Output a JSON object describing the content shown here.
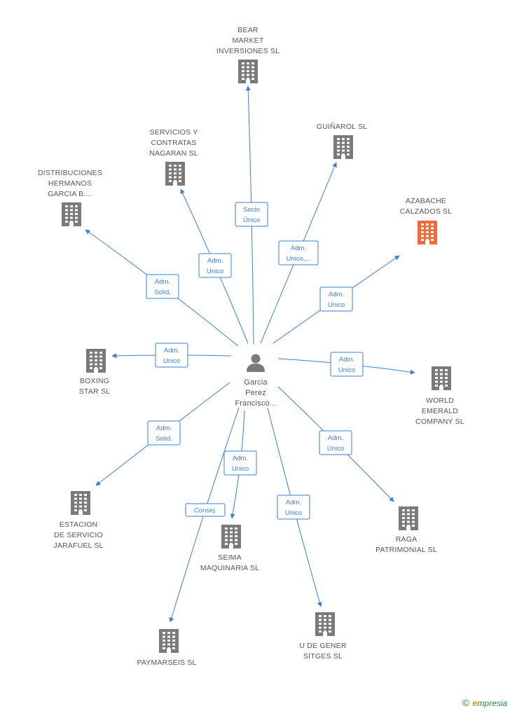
{
  "colors": {
    "edge": "#3a7fd5",
    "building": "#7a7a7a",
    "highlight": "#f06a3a",
    "person": "#7a7a7a"
  },
  "center": {
    "label_lines": [
      "Garcia",
      "Perez",
      "Francisco..."
    ],
    "icon": "person-icon"
  },
  "companies": [
    {
      "id": "bear-market",
      "label_lines": [
        "BEAR",
        "MARKET",
        "INVERSIONES SL"
      ],
      "highlight": false,
      "icon": "building-icon"
    },
    {
      "id": "guinarol",
      "label_lines": [
        "GUIÑAROL SL"
      ],
      "highlight": false,
      "icon": "building-icon"
    },
    {
      "id": "servicios-contratas",
      "label_lines": [
        "SERVICIOS Y",
        "CONTRATAS",
        "NAGARAN SL"
      ],
      "highlight": false,
      "icon": "building-icon"
    },
    {
      "id": "distribuciones",
      "label_lines": [
        "DISTRIBUCIONES",
        "HERMANOS",
        "GARCIA B...."
      ],
      "highlight": false,
      "icon": "building-icon"
    },
    {
      "id": "azabache",
      "label_lines": [
        "AZABACHE",
        "CALZADOS SL"
      ],
      "highlight": true,
      "icon": "building-icon"
    },
    {
      "id": "boxing-star",
      "label_lines": [
        "BOXING",
        "STAR  SL"
      ],
      "highlight": false,
      "icon": "building-icon"
    },
    {
      "id": "world-emerald",
      "label_lines": [
        "WORLD",
        "EMERALD",
        "COMPANY SL"
      ],
      "highlight": false,
      "icon": "building-icon"
    },
    {
      "id": "estacion",
      "label_lines": [
        "ESTACION",
        "DE SERVICIO",
        "JARAFUEL SL"
      ],
      "highlight": false,
      "icon": "building-icon"
    },
    {
      "id": "raga",
      "label_lines": [
        "RAGA",
        "PATRIMONIAL SL"
      ],
      "highlight": false,
      "icon": "building-icon"
    },
    {
      "id": "seima",
      "label_lines": [
        "SEIMA",
        "MAQUINARIA SL"
      ],
      "highlight": false,
      "icon": "building-icon"
    },
    {
      "id": "paymarseis",
      "label_lines": [
        "PAYMARSEIS SL"
      ],
      "highlight": false,
      "icon": "building-icon"
    },
    {
      "id": "u-de-gener",
      "label_lines": [
        "U DE GENER",
        "SITGES SL"
      ],
      "highlight": false,
      "icon": "building-icon"
    }
  ],
  "edges": [
    {
      "to": "bear-market",
      "role_lines": [
        "Socio",
        "Único"
      ]
    },
    {
      "to": "guinarol",
      "role_lines": [
        "Adm.",
        "Unico,..."
      ]
    },
    {
      "to": "servicios-contratas",
      "role_lines": [
        "Adm.",
        "Unico"
      ]
    },
    {
      "to": "distribuciones",
      "role_lines": [
        "Adm.",
        "Solid."
      ]
    },
    {
      "to": "azabache",
      "role_lines": [
        "Adm.",
        "Unico"
      ]
    },
    {
      "to": "boxing-star",
      "role_lines": [
        "Adm.",
        "Unico"
      ]
    },
    {
      "to": "world-emerald",
      "role_lines": [
        "Adm.",
        "Unico"
      ]
    },
    {
      "to": "estacion",
      "role_lines": [
        "Adm.",
        "Solid."
      ]
    },
    {
      "to": "raga",
      "role_lines": [
        "Adm.",
        "Unico"
      ]
    },
    {
      "to": "seima",
      "role_lines": [
        "Adm.",
        "Unico"
      ]
    },
    {
      "to": "paymarseis",
      "role_lines": [
        "Consej."
      ]
    },
    {
      "to": "u-de-gener",
      "role_lines": [
        "Adm.",
        "Unico"
      ]
    }
  ],
  "footer": {
    "copyright_symbol": "©",
    "brand_initial": "e",
    "brand_rest": "mpresia"
  }
}
